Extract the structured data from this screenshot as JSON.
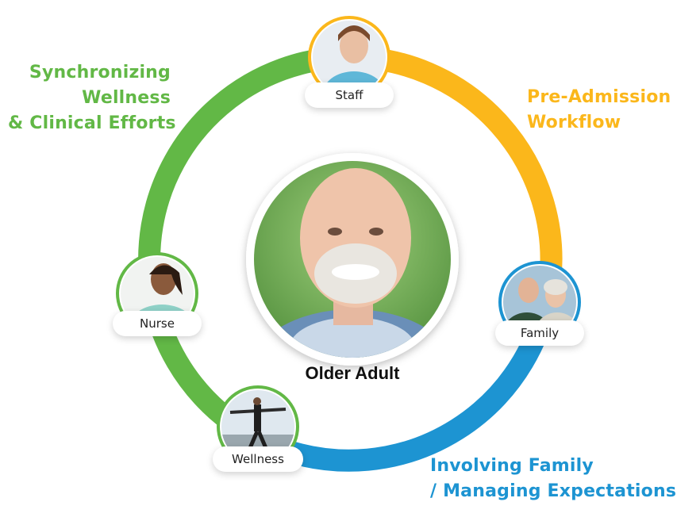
{
  "diagram": {
    "center": {
      "label": "Older Adult"
    },
    "nodes": {
      "staff": {
        "label": "Staff"
      },
      "nurse": {
        "label": "Nurse"
      },
      "family": {
        "label": "Family"
      },
      "wellness": {
        "label": "Wellness"
      }
    },
    "captions": {
      "synchronizing": {
        "line1": "Synchronizing",
        "line2": "Wellness",
        "line3": "& Clinical Efforts"
      },
      "pre_admission": {
        "line1": "Pre-Admission",
        "line2": "Workflow"
      },
      "involving": {
        "line1": "Involving Family",
        "line2": "/ Managing Expectations"
      }
    },
    "colors": {
      "green": "#62b846",
      "orange": "#fbb71b",
      "blue": "#1d94d2",
      "center_ring": "#ffffff"
    }
  }
}
